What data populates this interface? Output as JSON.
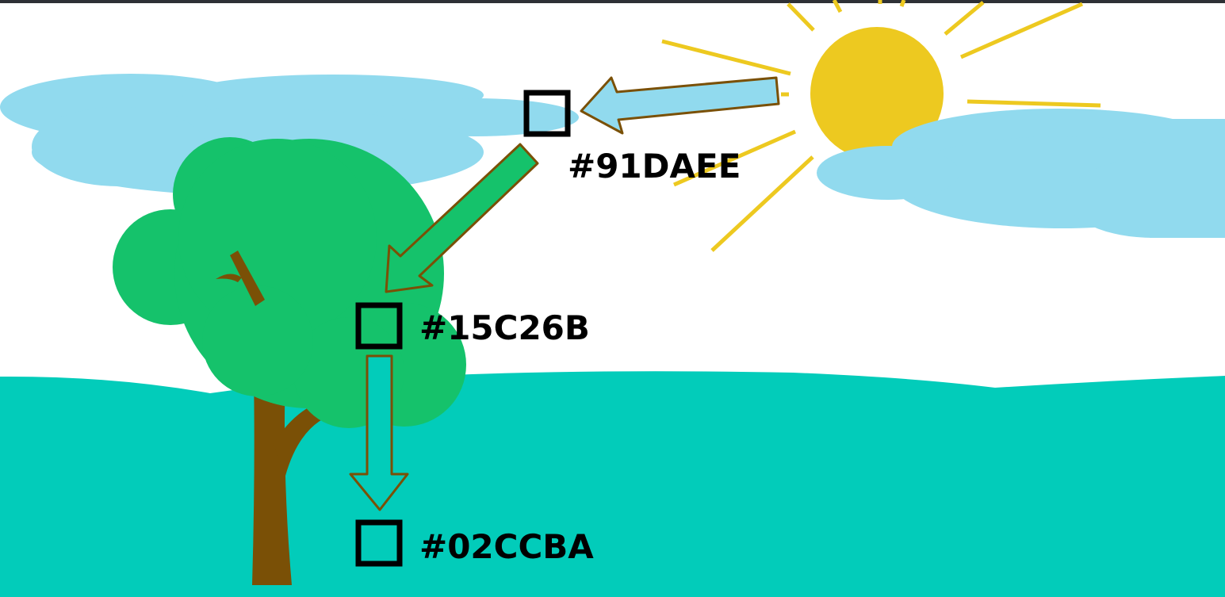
{
  "colors": {
    "sky_background": "#FFFFFF",
    "cloud": "#91DAEE",
    "tree_canopy": "#15C26B",
    "ground": "#02CCBA",
    "sun": "#EDC920",
    "sun_rays": "#EDC920",
    "trunk": "#7A5006",
    "arrow_outline": "#7A5006",
    "swatch_border": "#000000",
    "top_border": "#2E3136"
  },
  "swatches": [
    {
      "name": "cloud",
      "label": "#91DAEE"
    },
    {
      "name": "tree",
      "label": "#15C26B"
    },
    {
      "name": "ground",
      "label": "#02CCBA"
    }
  ],
  "icons": {
    "sun": "sun-icon",
    "cloud": "cloud-icon",
    "tree": "tree-icon",
    "arrow": "arrow-icon",
    "swatch": "swatch-box-icon"
  }
}
